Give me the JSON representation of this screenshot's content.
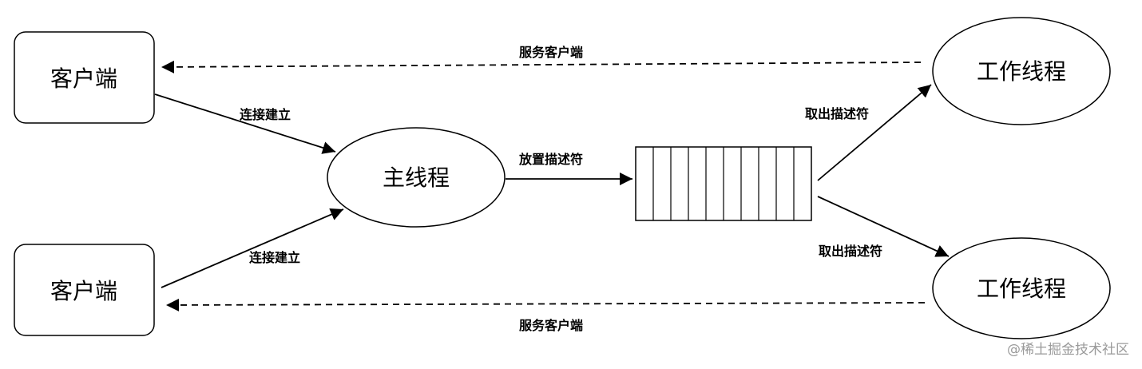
{
  "nodes": {
    "client_top": "客户端",
    "client_bottom": "客户端",
    "main_thread": "主线程",
    "worker_top": "工作线程",
    "worker_bottom": "工作线程"
  },
  "edges": {
    "connect_top": "连接建立",
    "connect_bottom": "连接建立",
    "place_descriptor": "放置描述符",
    "take_descriptor_top": "取出描述符",
    "take_descriptor_bottom": "取出描述符",
    "serve_client_top": "服务客户端",
    "serve_client_bottom": "服务客户端"
  },
  "queue": {
    "slot_count": 10
  },
  "watermark": "@稀土掘金技术社区"
}
